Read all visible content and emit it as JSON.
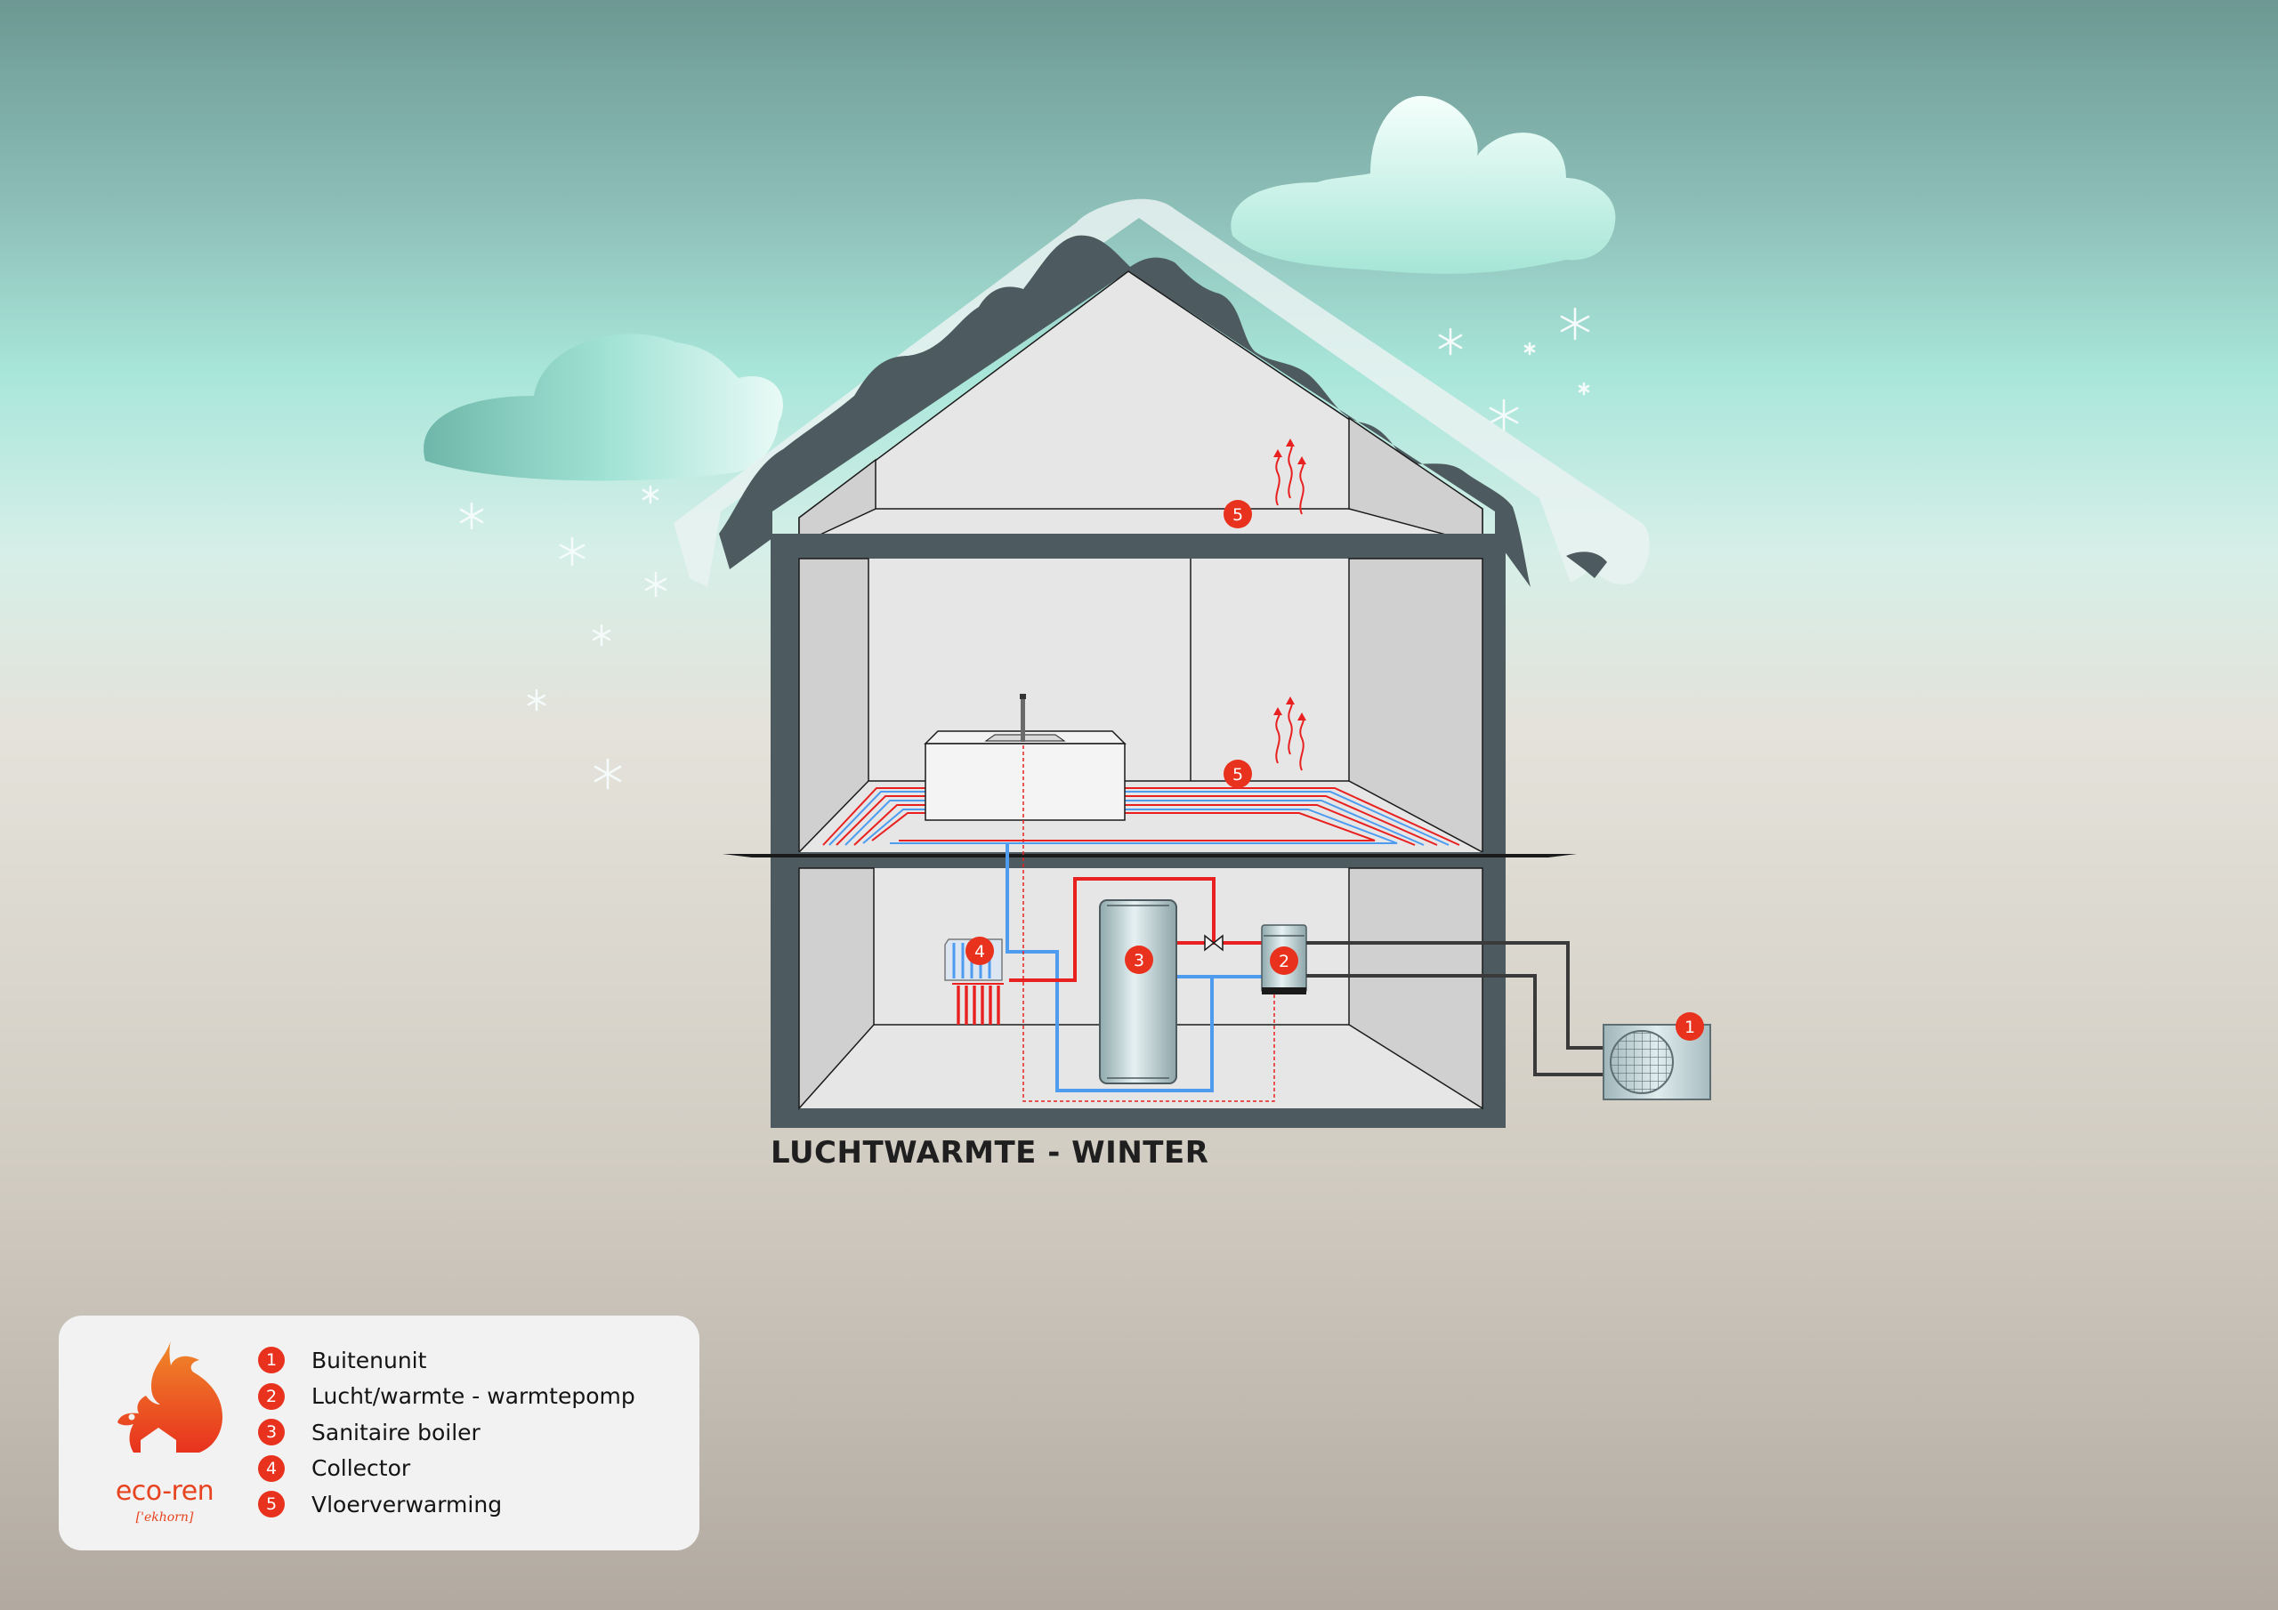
{
  "diagram": {
    "caption": "LUCHTWARMTE - WINTER",
    "markers": [
      "1",
      "2",
      "3",
      "4",
      "5"
    ]
  },
  "legend": {
    "brand": {
      "name": "eco-ren",
      "tagline": "['ekhorn]"
    },
    "items": [
      {
        "number": "1",
        "label": "Buitenunit"
      },
      {
        "number": "2",
        "label": "Lucht/warmte - warmtepomp"
      },
      {
        "number": "3",
        "label": "Sanitaire boiler"
      },
      {
        "number": "4",
        "label": "Collector"
      },
      {
        "number": "5",
        "label": "Vloerverwarming"
      }
    ]
  },
  "colors": {
    "house_wall": "#4d5b60",
    "interior": "#e6e6e6",
    "hot_pipe": "#e8201f",
    "cold_pipe": "#4d9cf0",
    "marker": "#e8321e",
    "snow": "#e9f2f1"
  }
}
